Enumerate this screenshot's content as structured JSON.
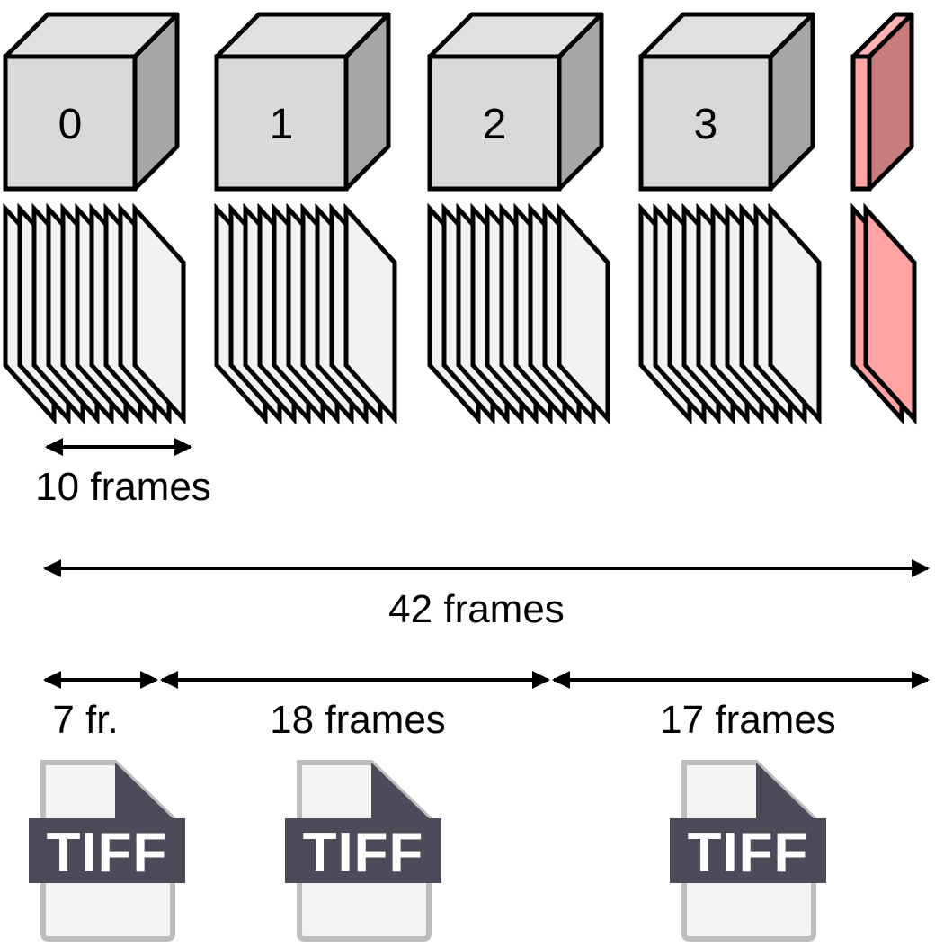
{
  "blocks": [
    {
      "label": "0"
    },
    {
      "label": "1"
    },
    {
      "label": "2"
    },
    {
      "label": "3"
    }
  ],
  "partial_block": {
    "color": "#ffa3a3",
    "side_color": "#c97c7c"
  },
  "frames_per_block_label": "10 frames",
  "total_label": "42 frames",
  "segments": [
    {
      "label": "7 fr."
    },
    {
      "label": "18 frames"
    },
    {
      "label": "17 frames"
    }
  ],
  "files": [
    {
      "label": "TIFF",
      "icon": "tiff-file-icon"
    },
    {
      "label": "TIFF",
      "icon": "tiff-file-icon"
    },
    {
      "label": "TIFF",
      "icon": "tiff-file-icon"
    }
  ],
  "colors": {
    "cube_front": "#d9d9d9",
    "cube_top": "#e0e0e0",
    "cube_side": "#a6a6a6",
    "frame_fill": "#f2f2f2",
    "tiff_band": "#4d4b5a"
  }
}
